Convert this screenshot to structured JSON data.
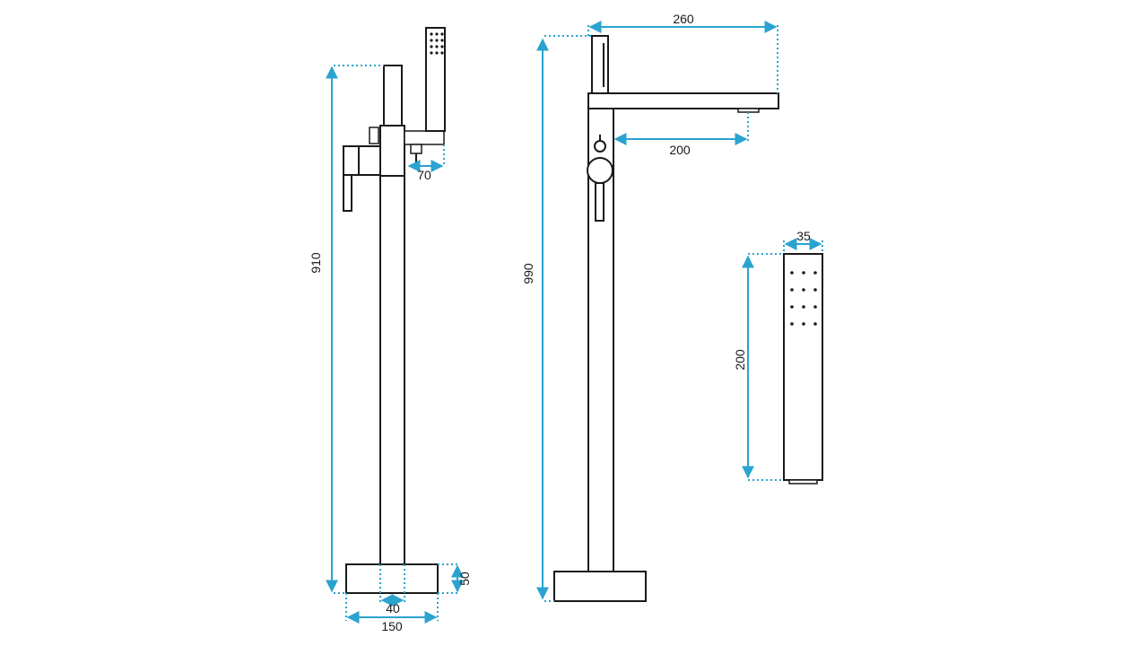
{
  "colors": {
    "outline": "#1a1a1a",
    "dimension": "#2aa3cf",
    "background": "#ffffff"
  },
  "dimensions": {
    "side_total_height": "910",
    "side_handshower_offset": "70",
    "side_base_height": "50",
    "side_column_width": "40",
    "side_base_width": "150",
    "front_total_height": "990",
    "front_spout_length": "260",
    "front_spout_reach": "200",
    "handshower_width": "35",
    "handshower_length": "200"
  }
}
